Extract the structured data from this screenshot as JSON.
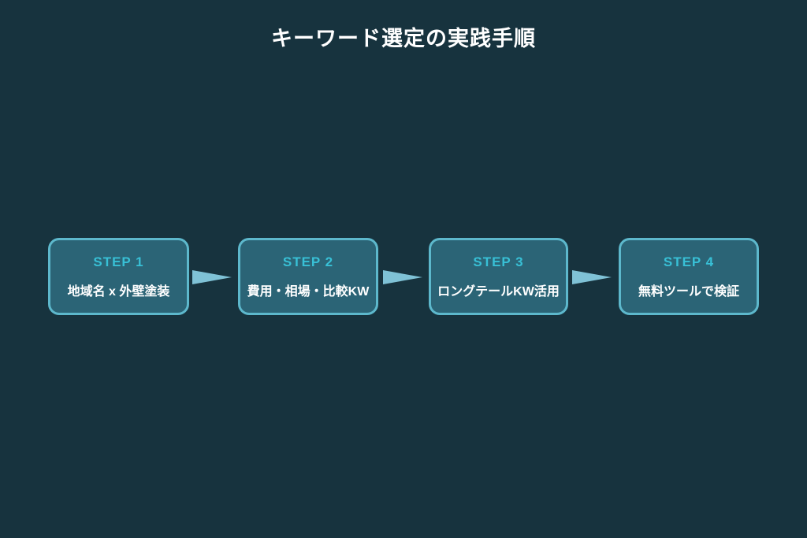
{
  "title": "キーワード選定の実践手順",
  "steps": [
    {
      "label": "STEP 1",
      "text": "地域名 x 外壁塗装"
    },
    {
      "label": "STEP 2",
      "text": "費用・相場・比較KW"
    },
    {
      "label": "STEP 3",
      "text": "ロングテールKW活用"
    },
    {
      "label": "STEP 4",
      "text": "無料ツールで検証"
    }
  ],
  "icons": {
    "connector": "arrow-right-icon"
  },
  "colors": {
    "background": "#17333e",
    "box_fill": "#2b6476",
    "box_border": "#5db8cc",
    "step_label": "#38c0d6",
    "body_text": "#ffffff",
    "arrow": "#7fc2d6"
  }
}
